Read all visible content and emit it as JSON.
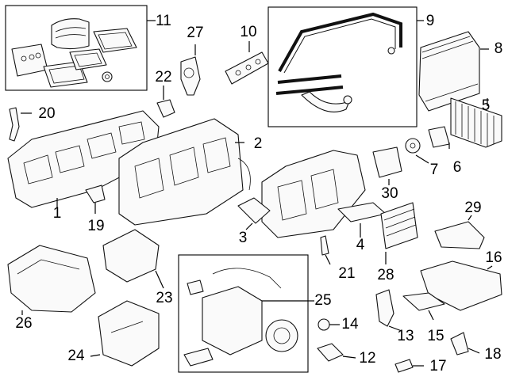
{
  "diagram": {
    "callouts": [
      "1",
      "2",
      "3",
      "4",
      "5",
      "6",
      "7",
      "8",
      "9",
      "10",
      "11",
      "12",
      "13",
      "14",
      "15",
      "16",
      "17",
      "18",
      "19",
      "20",
      "21",
      "22",
      "23",
      "24",
      "25",
      "26",
      "27",
      "28",
      "29",
      "30"
    ]
  }
}
